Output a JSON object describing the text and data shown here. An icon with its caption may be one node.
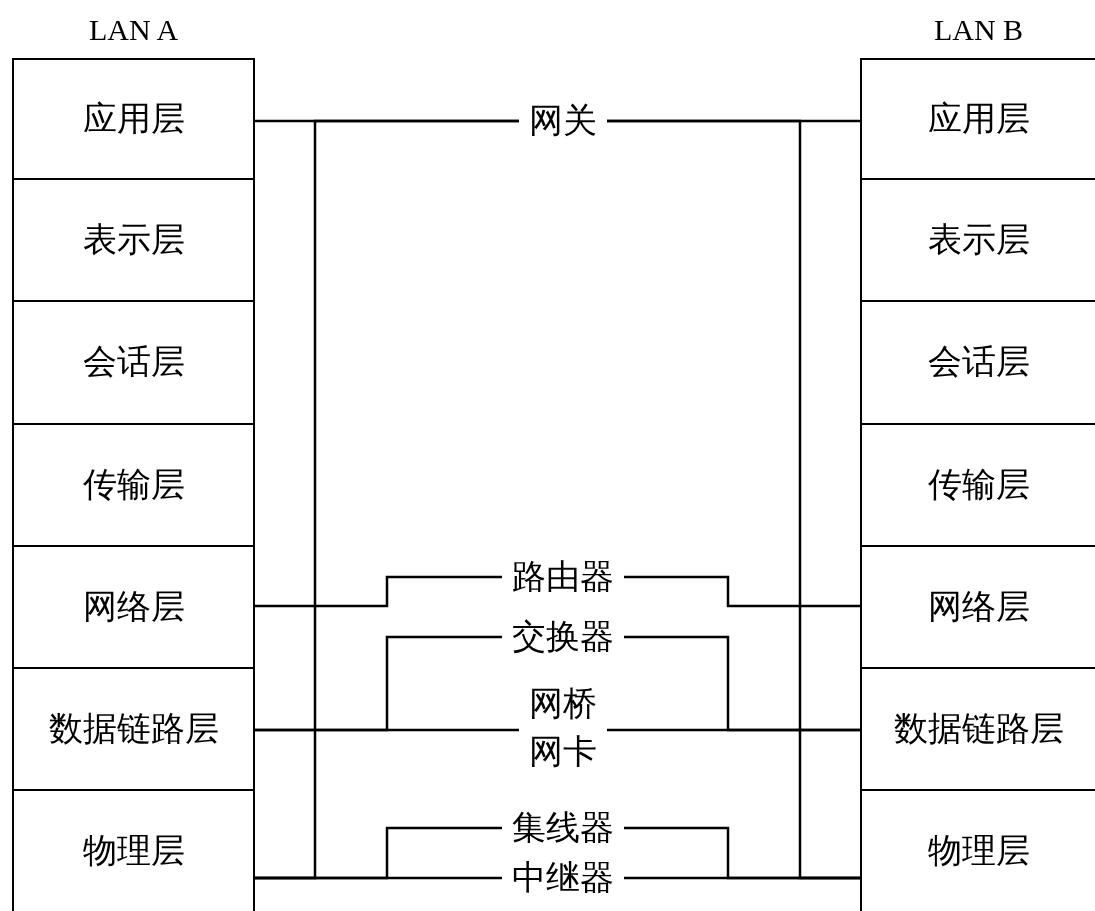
{
  "diagram": {
    "nodes": [
      {
        "text": [
          "LAN A"
        ]
      },
      {
        "text": [
          "应用层"
        ],
        "in": 0
      },
      {
        "text": [
          "表示层"
        ],
        "in": 0
      },
      {
        "text": [
          "会话层"
        ],
        "in": 0
      },
      {
        "text": [
          "传输层"
        ],
        "in": 0
      },
      {
        "text": [
          "网络层"
        ],
        "in": 0
      },
      {
        "text": [
          "数据链路层"
        ],
        "in": 0
      },
      {
        "text": [
          "物理层"
        ],
        "in": 0
      },
      {
        "text": [
          "LAN B"
        ]
      },
      {
        "text": [
          "应用层"
        ],
        "in": 8
      },
      {
        "text": [
          "表示层"
        ],
        "in": 8
      },
      {
        "text": [
          "会话层"
        ],
        "in": 8
      },
      {
        "text": [
          "传输层"
        ],
        "in": 8
      },
      {
        "text": [
          "网络层"
        ],
        "in": 8
      },
      {
        "text": [
          "数据链路层"
        ],
        "in": 8
      },
      {
        "text": [
          "物理层"
        ],
        "in": 8
      },
      {
        "text": [
          "网关"
        ]
      },
      {
        "text": [
          "路由器"
        ]
      },
      {
        "text": [
          "交换器"
        ]
      },
      {
        "text": [
          "网桥",
          "网卡"
        ]
      },
      {
        "text": [
          "集线器"
        ]
      },
      {
        "text": [
          "中继器"
        ]
      }
    ],
    "edges": [
      {
        "from": 1,
        "to": 16,
        "arrow": "none"
      },
      {
        "from": 16,
        "to": 9,
        "arrow": "none"
      },
      {
        "from": 5,
        "to": 17,
        "arrow": "none"
      },
      {
        "from": 17,
        "to": 13,
        "arrow": "none"
      },
      {
        "from": 6,
        "to": 18,
        "arrow": "none"
      },
      {
        "from": 18,
        "to": 14,
        "arrow": "none"
      },
      {
        "from": 6,
        "to": 19,
        "arrow": "none"
      },
      {
        "from": 19,
        "to": 14,
        "arrow": "none"
      },
      {
        "from": 7,
        "to": 20,
        "arrow": "none"
      },
      {
        "from": 20,
        "to": 15,
        "arrow": "none"
      },
      {
        "from": 7,
        "to": 21,
        "arrow": "none"
      },
      {
        "from": 21,
        "to": 15,
        "arrow": "none"
      },
      {
        "from": 16,
        "to": 7,
        "arrow": "none"
      },
      {
        "from": 16,
        "to": 15,
        "arrow": "none"
      }
    ]
  }
}
